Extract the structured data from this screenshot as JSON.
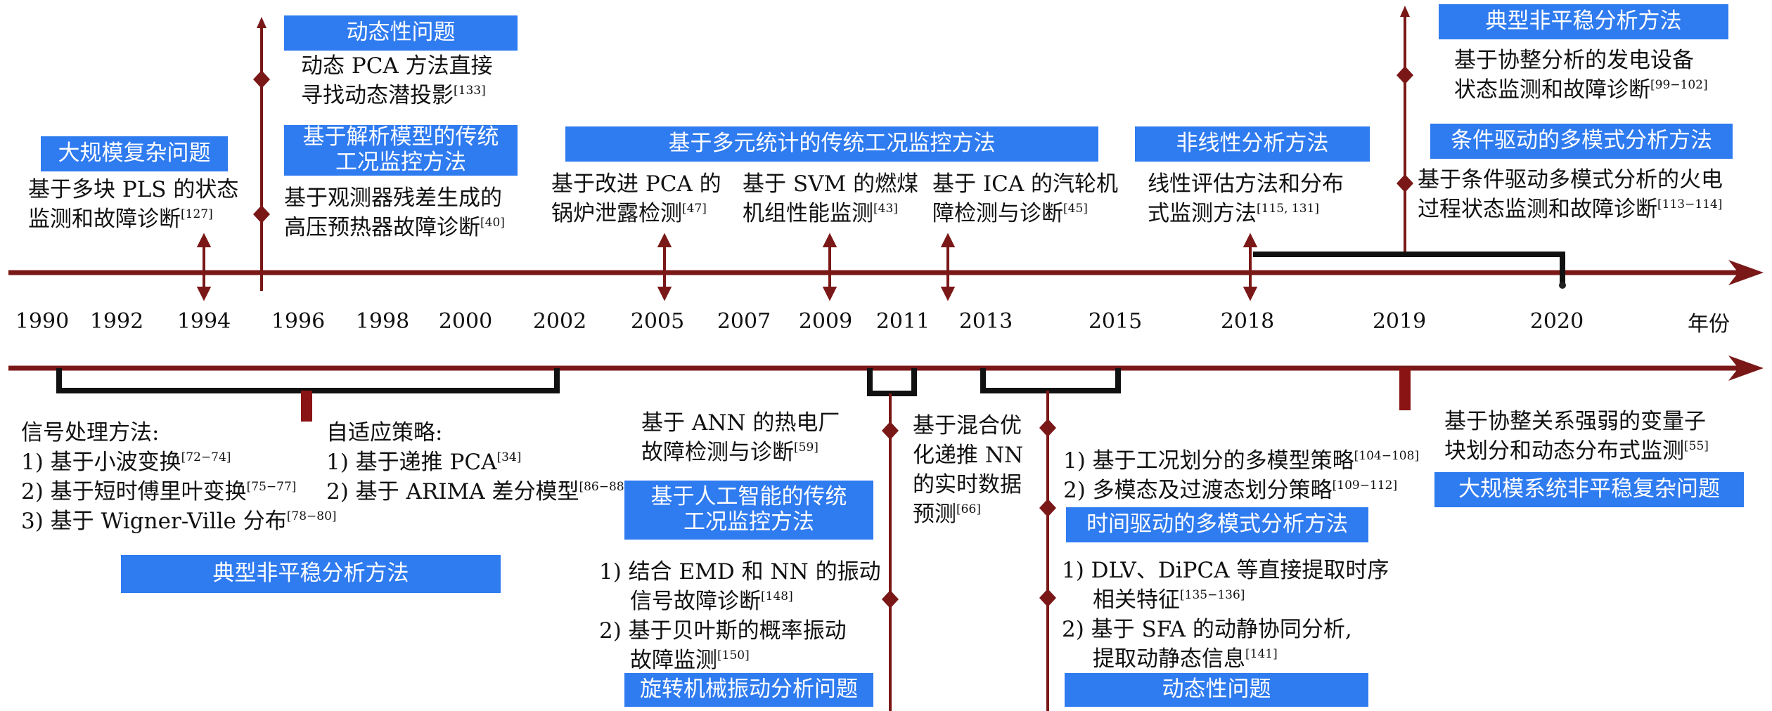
{
  "colors": {
    "axis": "#7a1818",
    "bracket": "#111111",
    "box": "#2f7bf0"
  },
  "axis_unit": "年份",
  "years": [
    "1990",
    "1992",
    "1994",
    "1996",
    "1998",
    "2000",
    "2002",
    "2005",
    "2007",
    "2009",
    "2011",
    "2013",
    "2015",
    "2018",
    "2019",
    "2020"
  ],
  "upper": {
    "dyn_title": "动态性问题",
    "dyn_l1": "动态 PCA 方法直接",
    "dyn_l2": "寻找动态潜投影",
    "dyn_ref": "[133]",
    "large_title": "大规模复杂问题",
    "pls_l1": "基于多块 PLS 的状态",
    "pls_l2": "监测和故障诊断",
    "pls_ref": "[127]",
    "analytic_title_l1": "基于解析模型的传统",
    "analytic_title_l2": "工况监控方法",
    "obs_l1": "基于观测器残差生成的",
    "obs_l2": "高压预热器故障诊断",
    "obs_ref": "[40]",
    "mstat_title": "基于多元统计的传统工况监控方法",
    "pca_l1": "基于改进 PCA 的",
    "pca_l2": "锅炉泄露检测",
    "pca_ref": "[47]",
    "svm_l1": "基于 SVM 的燃煤",
    "svm_l2": "机组性能监测",
    "svm_ref": "[43]",
    "ica_l1": "基于 ICA 的汽轮机",
    "ica_l2": "障检测与诊断",
    "ica_ref": "[45]",
    "nonlin_title": "非线性分析方法",
    "nonlin_l1": "线性评估方法和分布",
    "nonlin_l2": "式监测方法",
    "nonlin_ref": "[115, 131]",
    "nonstat_title": "典型非平稳分析方法",
    "coint_l1": "基于协整分析的发电设备",
    "coint_l2": "状态监测和故障诊断",
    "coint_ref": "[99−102]",
    "cond_title": "条件驱动的多模式分析方法",
    "cond_l1": "基于条件驱动多模式分析的火电",
    "cond_l2": "过程状态监测和故障诊断",
    "cond_ref": "[113−114]"
  },
  "lower": {
    "sig_head": "信号处理方法:",
    "sig_1": "1) 基于小波变换",
    "sig_1_ref": "[72−74]",
    "sig_2": "2) 基于短时傅里叶变换",
    "sig_2_ref": "[75−77]",
    "sig_3": "3) 基于 Wigner-Ville 分布",
    "sig_3_ref": "[78−80]",
    "adapt_head": "自适应策略:",
    "adapt_1": "1) 基于递推 PCA",
    "adapt_1_ref": "[34]",
    "adapt_2": "2) 基于 ARIMA 差分模型",
    "adapt_2_ref": "[86−88]",
    "nonstat_title": "典型非平稳分析方法",
    "ann_l1": "基于 ANN 的热电厂",
    "ann_l2": "故障检测与诊断",
    "ann_ref": "[59]",
    "ai_title_l1": "基于人工智能的传统",
    "ai_title_l2": "工况监控方法",
    "emd_l1": "1) 结合 EMD 和 NN 的振动",
    "emd_l2": "信号故障诊断",
    "emd_ref": "[148]",
    "bayes_l1": "2) 基于贝叶斯的概率振动",
    "bayes_l2": "故障监测",
    "bayes_ref": "[150]",
    "rot_title": "旋转机械振动分析问题",
    "mix_l1": "基于混合优",
    "mix_l2": "化递推 NN",
    "mix_l3": "的实时数据",
    "mix_l4": "预测",
    "mix_ref": "[66]",
    "mm_1": "1) 基于工况划分的多模型策略",
    "mm_1_ref": "[104−108]",
    "mm_2": "2) 多模态及过渡态划分策略",
    "mm_2_ref": "[109−112]",
    "time_title": "时间驱动的多模式分析方法",
    "dlv_l1": "1) DLV、DiPCA 等直接提取时序",
    "dlv_l2": "相关特征",
    "dlv_ref": "[135−136]",
    "sfa_l1": "2) 基于 SFA 的动静协同分析,",
    "sfa_l2": "提取动静态信息",
    "sfa_ref": "[141]",
    "dyn_title": "动态性问题",
    "cr_l1": "基于协整关系强弱的变量子",
    "cr_l2": "块划分和动态分布式监测",
    "cr_ref": "[55]",
    "large_title": "大规模系统非平稳复杂问题"
  }
}
